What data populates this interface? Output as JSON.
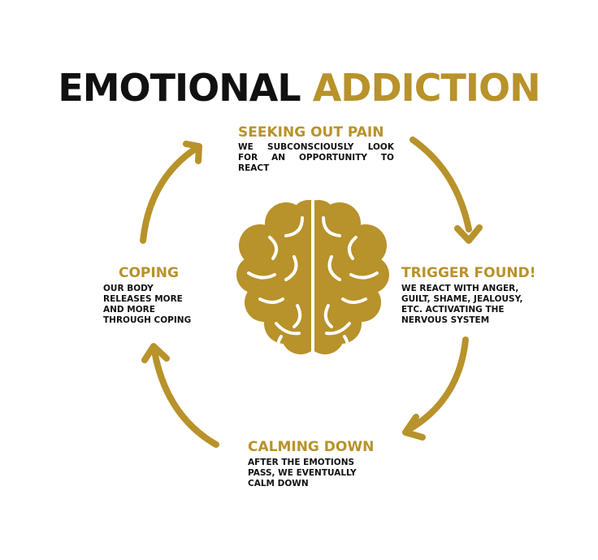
{
  "title": {
    "part1": "EMOTIONAL",
    "part2": "ADDICTION"
  },
  "colors": {
    "accent": "#b8922a",
    "text": "#111111",
    "background": "#ffffff"
  },
  "stages": {
    "seeking": {
      "heading": "SEEKING OUT PAIN",
      "lines": [
        "WE SUBCONSCIOUSLY LOOK",
        "FOR AN OPPORTUNITY TO",
        "REACT"
      ]
    },
    "trigger": {
      "heading": "TRIGGER FOUND!",
      "lines": [
        "WE REACT WITH ANGER,",
        "GUILT, SHAME, JEALOUSY,",
        "ETC. ACTIVATING THE",
        "NERVOUS SYSTEM"
      ]
    },
    "calming": {
      "heading": "CALMING DOWN",
      "lines": [
        "AFTER THE EMOTIONS",
        "PASS, WE EVENTUALLY",
        "CALM DOWN"
      ]
    },
    "coping": {
      "heading": "COPING",
      "lines": [
        "OUR BODY",
        "RELEASES MORE",
        "AND MORE",
        "THROUGH COPING"
      ]
    }
  },
  "icons": {
    "center": "brain-icon",
    "arrows": [
      "arrow-seeking-to-trigger-icon",
      "arrow-trigger-to-calming-icon",
      "arrow-calming-to-coping-icon",
      "arrow-coping-to-seeking-icon"
    ]
  }
}
